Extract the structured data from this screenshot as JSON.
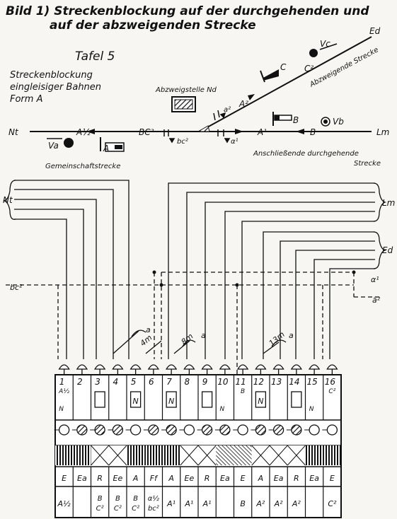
{
  "title": {
    "line1": "Bild 1) Streckenblockung auf der durchgehenden und",
    "line2": "auf der abzweigenden Strecke"
  },
  "tafel": "Tafel 5",
  "subtitle": {
    "line1": "Streckenblockung",
    "line2": "eingleisiger Bahnen",
    "line3": "Form A"
  },
  "track": {
    "nt": "Nt",
    "lm": "Lm",
    "ed": "Ed",
    "va": "Va",
    "vb": "Vb",
    "vc": "Vc",
    "a_half": "A½",
    "a_upper": "A",
    "bc2": "BC²",
    "bc2_small": "bc²",
    "a1": "A¹",
    "a2": "A²",
    "alpha1": "α¹",
    "a2_small": "a²",
    "b": "B",
    "b_box": "B",
    "c": "C",
    "c2": "C²",
    "abzweigstelle": "Abzweigstelle Nd",
    "abzweigende": "Abzweigende Strecke",
    "gemeinschaft": "Gemeinschaftstrecke",
    "anschl1": "Anschließende durchgehende",
    "anschl2": "Strecke"
  },
  "wiring": {
    "nt": "Nt",
    "lm": "Lm",
    "ed": "Ed",
    "bc2_left": "bc²",
    "alpha1_right": "α¹",
    "a2_right": "ā²",
    "tag_a1": "a",
    "tag_4m": "4m",
    "tag_8m": "8m",
    "tag_a2": "a",
    "tag_13m": "13m",
    "tag_a3": "a",
    "x_mark": "x"
  },
  "block_table": {
    "numbers": [
      "1",
      "2",
      "3",
      "4",
      "5",
      "6",
      "7",
      "8",
      "9",
      "10",
      "11",
      "12",
      "13",
      "14",
      "15",
      "16"
    ],
    "boxed_letters": [
      "",
      "",
      "",
      "",
      "N",
      "",
      "N",
      "",
      "",
      "",
      "",
      "N",
      "",
      "",
      "",
      ""
    ],
    "small_top_labels": [
      "A½",
      "",
      "",
      "",
      "",
      "",
      "",
      "",
      "",
      "",
      "B",
      "",
      "",
      "",
      "",
      "C²"
    ],
    "n_labels": [
      "N",
      "",
      "",
      "",
      "",
      "",
      "",
      "",
      "",
      "N",
      "",
      "",
      "",
      "",
      "N",
      ""
    ],
    "functions": [
      "E",
      "Ea",
      "R",
      "Ee",
      "A",
      "Ff",
      "A",
      "Ee",
      "R",
      "Ea",
      "E",
      "A",
      "Ea",
      "R",
      "Ea",
      "E"
    ],
    "bottom_labels": [
      [
        "A½"
      ],
      [
        ""
      ],
      [
        "B",
        "C²"
      ],
      [
        "B",
        "C²"
      ],
      [
        "B",
        "C²"
      ],
      [
        "α½",
        "bc²"
      ],
      [
        "A¹"
      ],
      [
        "A¹"
      ],
      [
        "A¹"
      ],
      [
        ""
      ],
      [
        "B"
      ],
      [
        "A²"
      ],
      [
        "A²"
      ],
      [
        "A²"
      ],
      [
        ""
      ],
      [
        "C²"
      ]
    ],
    "window_fill": [
      "empty",
      "hatch",
      "hatch",
      "hatch",
      "empty",
      "hatch",
      "hatch",
      "empty",
      "hatch",
      "hatch",
      "empty",
      "hatch",
      "hatch",
      "hatch",
      "empty",
      "empty"
    ],
    "band_pattern": [
      "hatch",
      "hatch",
      "cross",
      "cross",
      "hatch",
      "hatch",
      "hatch",
      "cross",
      "cross",
      "diag",
      "diag",
      "cross",
      "cross",
      "cross",
      "hatch",
      "hatch"
    ]
  }
}
